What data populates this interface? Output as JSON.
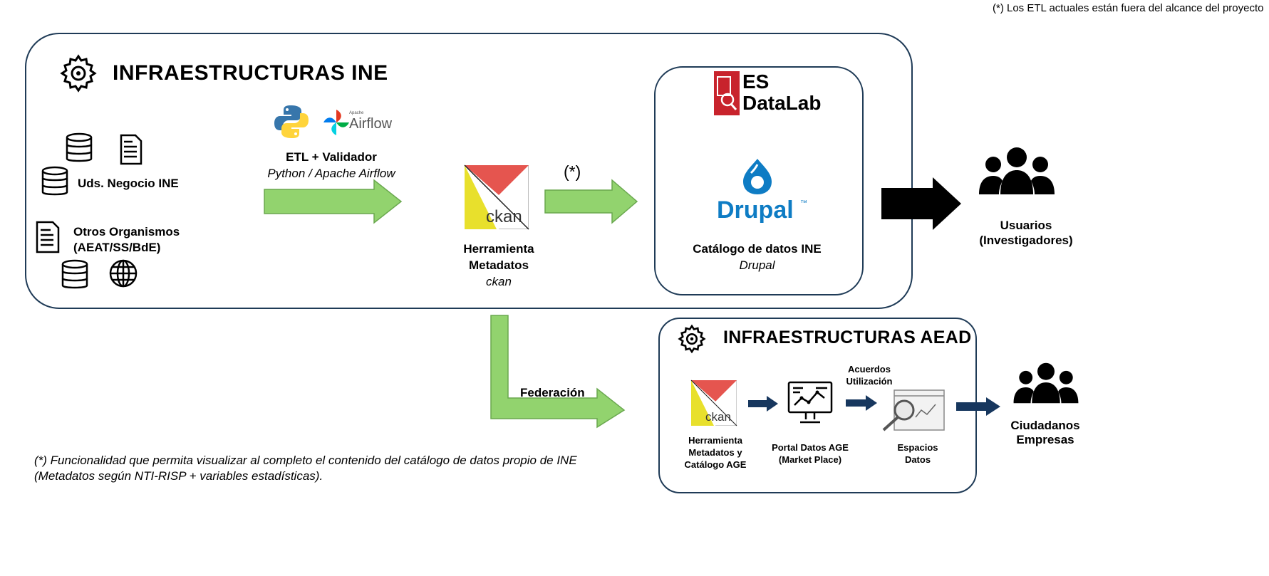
{
  "top_note": "(*) Los ETL actuales están fuera del alcance del proyecto",
  "ine": {
    "title": "INFRAESTRUCTURAS INE",
    "sources": {
      "uds_negocio": "Uds. Negocio INE",
      "otros_line1": "Otros Organismos",
      "otros_line2": "(AEAT/SS/BdE)"
    },
    "etl": {
      "line1": "ETL + Validador",
      "line2": "Python / Apache Airflow",
      "airflow_small": "Apache",
      "airflow_big": "Airflow"
    },
    "ckan_tool": {
      "line1": "Herramienta",
      "line2": "Metadatos",
      "line3": "ckan",
      "logo_text": "ckan"
    },
    "asterisk": "(*)",
    "catalog": {
      "es_line1": "ES",
      "es_line2": "DataLab",
      "drupal_logo": "Drupal",
      "tm": "™",
      "line1": "Catálogo de datos INE",
      "line2": "Drupal"
    },
    "users": {
      "line1": "Usuarios",
      "line2": "(Investigadores)"
    }
  },
  "federation": "Federación",
  "aead": {
    "title": "INFRAESTRUCTURAS AEAD",
    "ckan": {
      "logo_text": "ckan",
      "line1": "Herramienta",
      "line2": "Metadatos y",
      "line3": "Catálogo AGE"
    },
    "portal": {
      "line1": "Portal Datos AGE",
      "line2": "(Market Place)"
    },
    "agreements": {
      "line1": "Acuerdos",
      "line2": "Utilización"
    },
    "espacios": {
      "line1": "Espacios",
      "line2": "Datos"
    },
    "citizens": {
      "line1": "Ciudadanos",
      "line2": "Empresas"
    }
  },
  "footnote": {
    "line1": "(*) Funcionalidad que permita visualizar al completo el contenido del catálogo de datos propio de INE",
    "line2": "(Metadatos según NTI-RISP + variables estadísticas)."
  },
  "colors": {
    "border": "#1f3b57",
    "green_arrow": "#92d36e",
    "dark_arrow": "#17375e",
    "ckan_red": "#e5554f",
    "ckan_yellow": "#e8e02c",
    "drupal_blue": "#0e7cc4",
    "es_red": "#c8232c"
  }
}
